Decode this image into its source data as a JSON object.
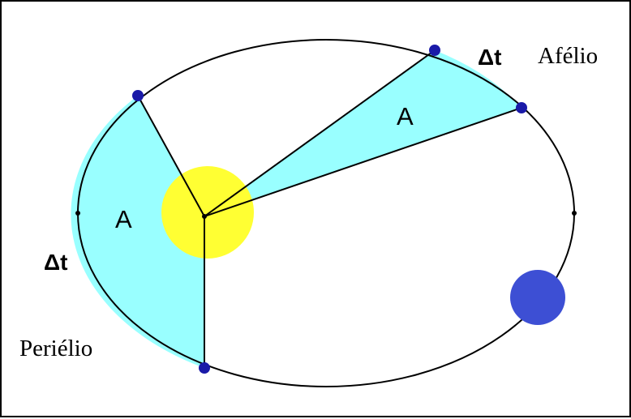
{
  "labels": {
    "aphelion": "Afélio",
    "perihelion": "Periélio",
    "delta_t_aphelion": "Δt",
    "delta_t_perihelion": "Δt",
    "area_aphelion": "A",
    "area_perihelion": "A"
  },
  "colors": {
    "orbit": "#000000",
    "swept_area": "#99ffff",
    "sun": "#ffff33",
    "planet": "#3d4fd4",
    "orbit_point": "#1a1aa8"
  }
}
